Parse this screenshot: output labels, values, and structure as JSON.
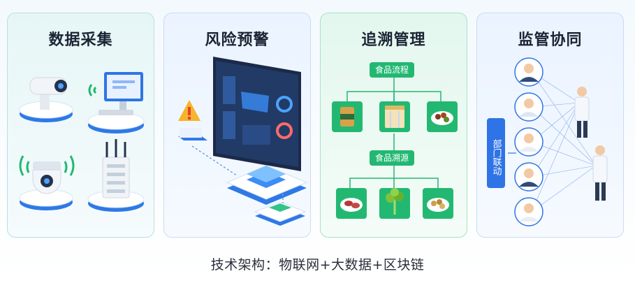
{
  "panels": {
    "collection": {
      "title": "数据采集"
    },
    "warning": {
      "title": "风险预警"
    },
    "trace": {
      "title": "追溯管理",
      "tag_top": "食品流程",
      "tag_mid": "食品溯源"
    },
    "supervision": {
      "title": "监管协同",
      "dept_label": "部门联动"
    }
  },
  "footer": {
    "text": "技术架构：物联网+大数据+区块链"
  },
  "colors": {
    "blue": "#2f74e6",
    "green": "#23b872",
    "teal": "#3ec0c9"
  }
}
